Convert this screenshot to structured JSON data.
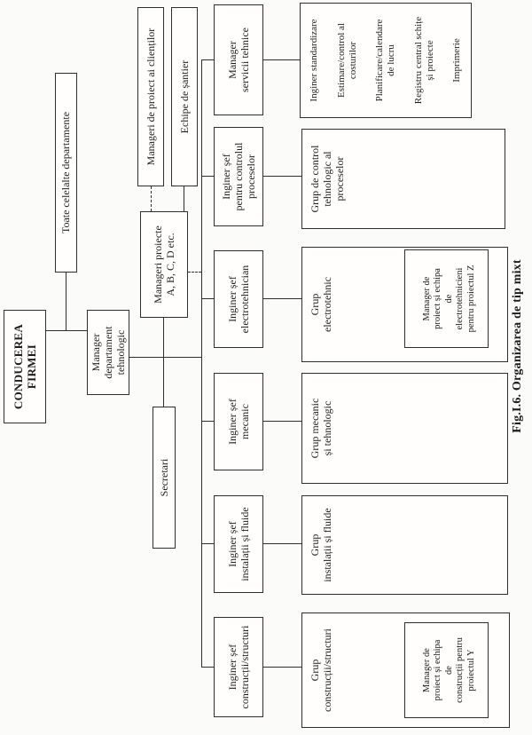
{
  "figure": {
    "caption": "Fig.I.6. Organizarea de tip mixt",
    "nodes": {
      "root": "CONDUCEREA\nFIRMEI",
      "other_departments": "Toate celelalte departamente",
      "tech_dept_manager": "Manager departament\ntehnologic",
      "client_project_managers": "Manageri de proiect ai clienților",
      "site_teams": "Echipe de șantier",
      "project_managers": "Manageri proiecte\nA, B, C, D etc.",
      "secretaries": "Secretari",
      "chiefs": [
        "Manager\nservicii tehnice",
        "Inginer șef\npentru controlul\nproceselor",
        "Inginer șef\nelectrotehnician",
        "Inginer șef\nmecanic",
        "Inginer șef\ninstalații și fluide",
        "Inginer șef\nconstrucții/structuri"
      ],
      "tech_services": [
        "Inginer standardizare",
        "Estimare/control al\ncosturilor",
        "Planificare/calendare\nde lucru",
        "Registru central schițe\nși proiecte",
        "Imprimerie"
      ],
      "groups": [
        "Grup de control\ntehnologic al\nproceselor",
        "Grup\nelectrotehnic",
        "Grup mecanic\nși tehnologic",
        "Grup\ninstalații și fluide",
        "Grup\nconstrucții/structuri"
      ],
      "project_team_z": "Manager de\nproiect și echipa\nde\nelectrotehnicieni\npentru proiectul Z",
      "project_team_y": "Manager de\nproiect și echipa\nde\nconstrucții pentru\nproiectul Y"
    }
  }
}
